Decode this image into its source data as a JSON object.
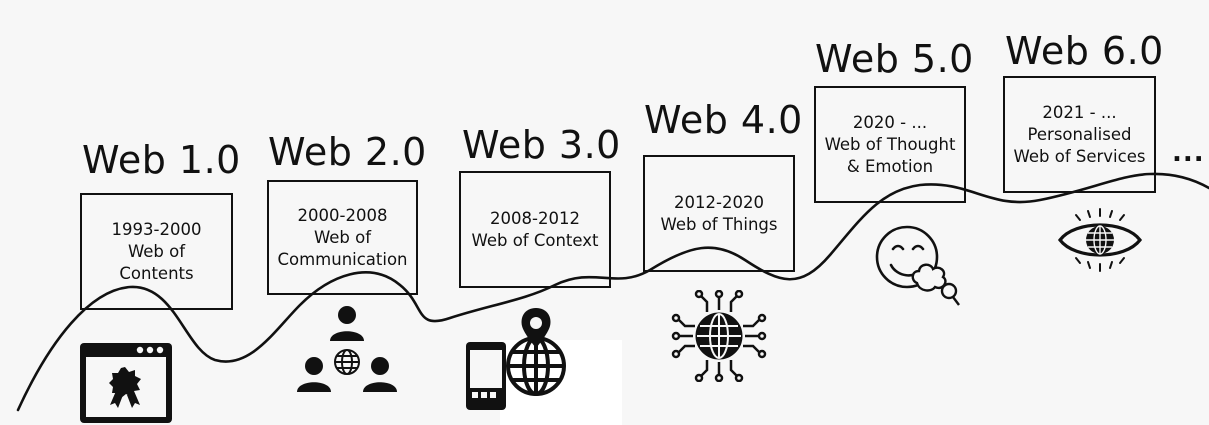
{
  "eras": [
    {
      "title": "Web 1.0",
      "description": "1993-2000\nWeb of\nContents",
      "icon": "browser-badge-icon"
    },
    {
      "title": "Web 2.0",
      "description": "2000-2008\nWeb of\nCommunication",
      "icon": "people-network-icon"
    },
    {
      "title": "Web 3.0",
      "description": "2008-2012\nWeb of Context",
      "icon": "phone-globe-location-icon"
    },
    {
      "title": "Web 4.0",
      "description": "2012-2020\nWeb of Things",
      "icon": "connected-globe-chip-icon"
    },
    {
      "title": "Web 5.0",
      "description": "2020 - ...\nWeb of Thought\n& Emotion",
      "icon": "smiley-thought-icon"
    },
    {
      "title": "Web 6.0",
      "description": "2021 - ...\nPersonalised\nWeb of Services",
      "icon": "eye-globe-icon"
    }
  ],
  "continuation": "..."
}
